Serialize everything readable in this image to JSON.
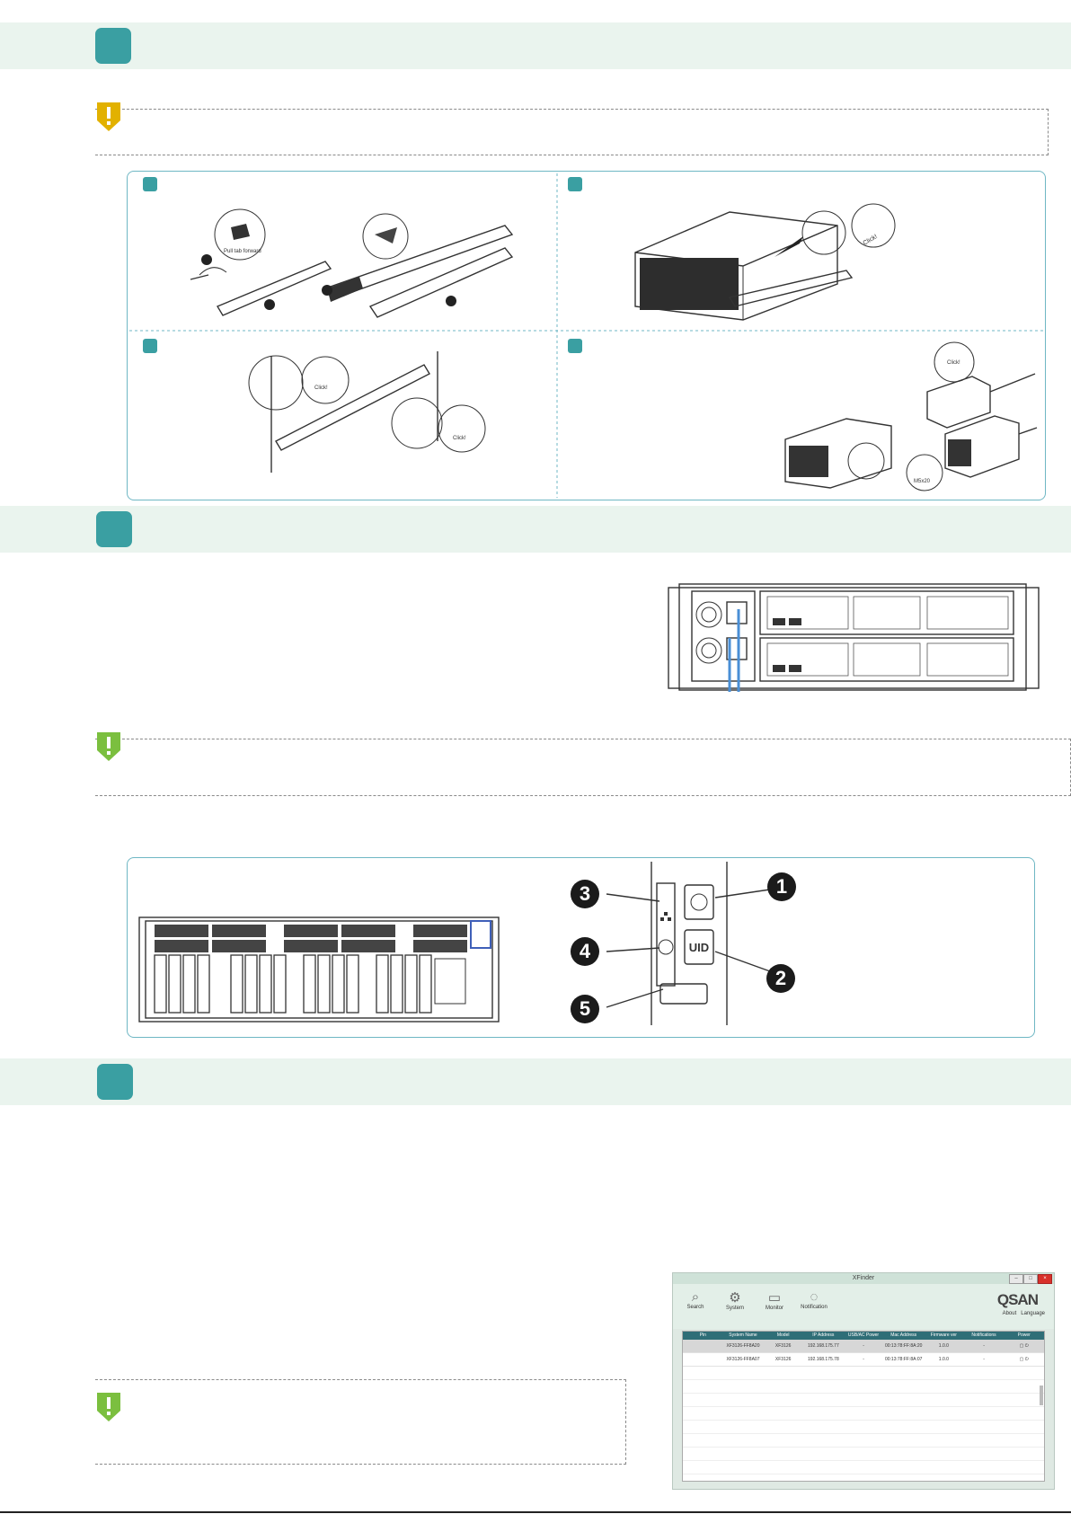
{
  "steps": [
    {
      "id": "step-1"
    },
    {
      "id": "step-2"
    },
    {
      "id": "step-3"
    }
  ],
  "rail_panel": {
    "sub1_labels": {
      "pull_tab": "Pull tab forward"
    },
    "sub2_labels": {
      "click": "Click!"
    },
    "sub3_labels": {
      "click_top": "Click!",
      "click_bottom": "Click!"
    },
    "sub4_labels": {
      "click": "Click!",
      "screw": "M5x20"
    }
  },
  "front_panel": {
    "callouts": [
      "1",
      "2",
      "3",
      "4",
      "5"
    ],
    "uid_label": "UID"
  },
  "xfinder": {
    "title": "XFinder",
    "tools": [
      {
        "label": "Search",
        "icon": "search-icon"
      },
      {
        "label": "System",
        "icon": "gear-icon"
      },
      {
        "label": "Monitor",
        "icon": "monitor-icon"
      },
      {
        "label": "Notification",
        "icon": "chat-icon"
      }
    ],
    "brand": "QSAN",
    "brand_links": [
      "About",
      "Language"
    ],
    "columns": [
      "Pin",
      "System Name",
      "Model",
      "IP Address",
      "USB/AC Power",
      "Mac Address",
      "Firmware ver",
      "Notifications",
      "Power"
    ],
    "rows": [
      [
        "",
        "XF3126-FF8A20",
        "XF3126",
        "192.168.175.77",
        "-",
        "00:13:78:FF:8A:20",
        "1.0.0",
        "-",
        ""
      ],
      [
        "",
        "XF3126-FF8A07",
        "XF3126",
        "192.168.175.78",
        "-",
        "00:13:78:FF:8A:07",
        "1.0.0",
        "-",
        ""
      ]
    ]
  },
  "colors": {
    "band": "#eaf4ee",
    "teal": "#3a9fa2",
    "warn_yellow": "#e2b100",
    "note_green": "#7bbf3f",
    "panel_border": "#6fb7c4",
    "cable_blue": "#4a8fd6"
  }
}
